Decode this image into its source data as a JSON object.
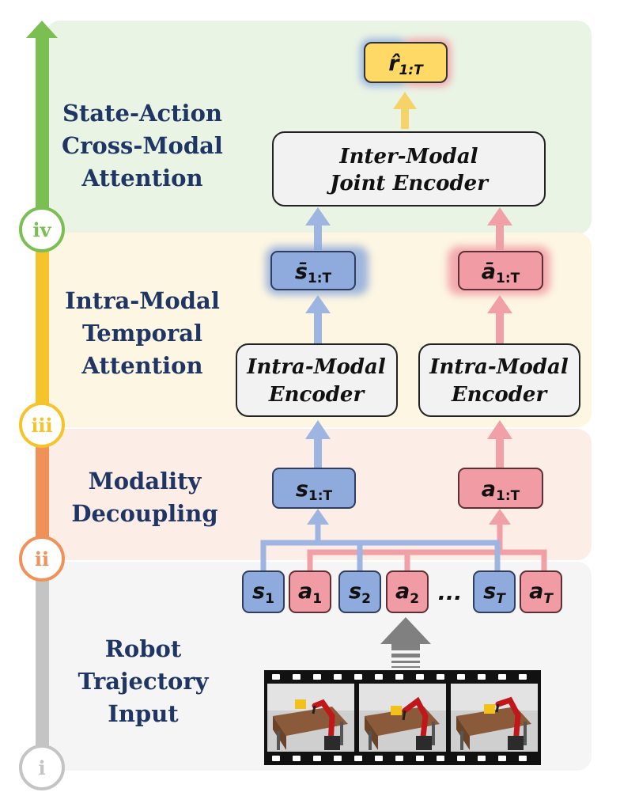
{
  "stages": [
    {
      "id": "i",
      "numeral": "i",
      "label_lines": [
        "Robot",
        "Trajectory",
        "Input"
      ],
      "color": "#c4c4c4",
      "bg": "#f5f5f5"
    },
    {
      "id": "ii",
      "numeral": "ii",
      "label_lines": [
        "Modality",
        "Decoupling"
      ],
      "color": "#f1915a",
      "bg": "#fcede6"
    },
    {
      "id": "iii",
      "numeral": "iii",
      "label_lines": [
        "Intra-Modal",
        "Temporal",
        "Attention"
      ],
      "color": "#f5c42c",
      "bg": "#fdf6e2"
    },
    {
      "id": "iv",
      "numeral": "iv",
      "label_lines": [
        "State-Action",
        "Cross-Modal",
        "Attention"
      ],
      "color": "#7bbf52",
      "bg": "#eaf4e5"
    }
  ],
  "encoders": {
    "state_encoder": {
      "lines": [
        "Intra-Modal",
        "Encoder"
      ]
    },
    "action_encoder": {
      "lines": [
        "Intra-Modal",
        "Encoder"
      ]
    },
    "joint_encoder": {
      "lines": [
        "Inter-Modal",
        "Joint Encoder"
      ]
    }
  },
  "tokens": {
    "input": [
      {
        "base": "s",
        "sub": "1",
        "type": "state"
      },
      {
        "base": "a",
        "sub": "1",
        "type": "action"
      },
      {
        "base": "s",
        "sub": "2",
        "type": "state"
      },
      {
        "base": "a",
        "sub": "2",
        "type": "action"
      },
      {
        "base": "s",
        "sub": "T",
        "type": "state"
      },
      {
        "base": "a",
        "sub": "T",
        "type": "action"
      }
    ],
    "ellipsis": "...",
    "state_seq": {
      "base": "s",
      "sub": "1:T"
    },
    "action_seq": {
      "base": "a",
      "sub": "1:T"
    },
    "state_feat": {
      "base": "s̄",
      "sub": "1:T"
    },
    "action_feat": {
      "base": "ā",
      "sub": "1:T"
    },
    "reward": {
      "base": "r̂",
      "sub": "1:T"
    }
  },
  "colors": {
    "state": "#8faadc",
    "state_border": "#3b4f7a",
    "action": "#f19ca5",
    "action_border": "#7a3b42",
    "reward": "#ffd966",
    "encoder_fill": "#f2f2f2",
    "arrow_state": "#9db5e0",
    "arrow_action": "#f0a0a6",
    "arrow_reward": "#f5d36a",
    "arrow_input": "#808080",
    "label_text": "#1f3564"
  },
  "film": {
    "frames": 3,
    "content": "robot-arm-simulation-frames"
  }
}
